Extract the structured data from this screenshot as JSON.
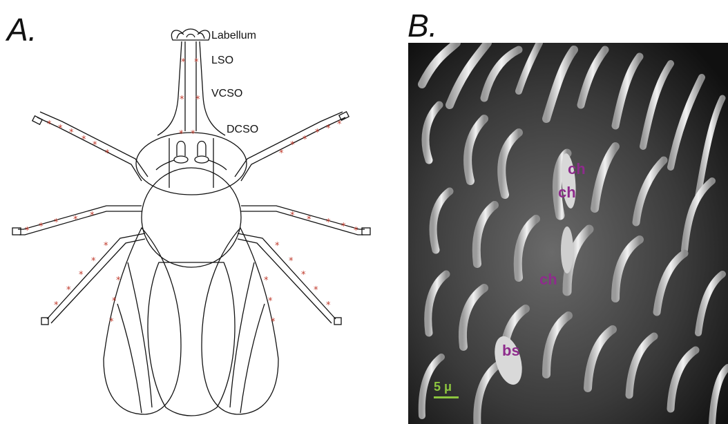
{
  "panel_a": {
    "letter": "A.",
    "labels": {
      "labellum": "Labellum",
      "lso": "LSO",
      "vcso": "VCSO",
      "dcso": "DCSO"
    }
  },
  "panel_b": {
    "letter": "B.",
    "annotations": [
      "ch",
      "ch",
      "ch",
      "bs"
    ],
    "scale_bar": "5 μ"
  },
  "colors": {
    "sensilla_marker": "#c0392b",
    "annotation": "#8e2c8c",
    "scale_bar": "#8dc63f"
  }
}
